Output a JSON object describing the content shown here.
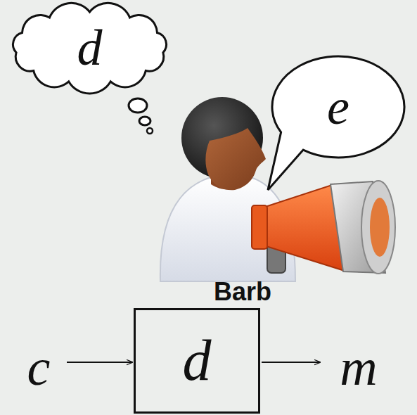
{
  "diagram": {
    "nodes": [
      {
        "text": [
          "d"
        ]
      },
      {
        "text": [
          "e"
        ]
      },
      {
        "text": [
          "d"
        ]
      }
    ],
    "labels": [
      "Barb",
      "c",
      "m"
    ]
  }
}
